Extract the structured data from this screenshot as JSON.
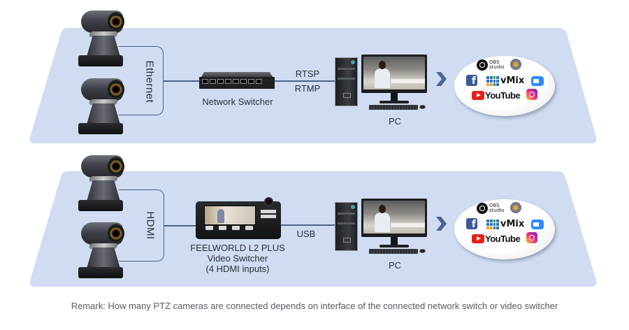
{
  "diagram": {
    "colors": {
      "band": "#cfdcf2",
      "connector": "#4b6388",
      "chevron": "#4a6593"
    },
    "rows": [
      {
        "id": "ethernet-row",
        "source": {
          "device": "PTZ camera",
          "count": 2
        },
        "link_label": "Ethernet",
        "hub": {
          "label": "Network Switcher"
        },
        "protocols": [
          "RTSP",
          "RTMP"
        ],
        "destination": {
          "label": "PC"
        },
        "platforms": [
          "OBS studio",
          "Wirecast",
          "Facebook",
          "vMix",
          "Zoom",
          "YouTube",
          "Instagram"
        ]
      },
      {
        "id": "hdmi-row",
        "source": {
          "device": "PTZ camera",
          "count": 2
        },
        "link_label": "HDMI",
        "hub": {
          "label_lines": [
            "FEELWORLD L2 PLUS",
            "Video Switcher",
            "(4 HDMI inputs)"
          ]
        },
        "protocols": [
          "USB"
        ],
        "destination": {
          "label": "PC"
        },
        "platforms": [
          "OBS studio",
          "Wirecast",
          "Facebook",
          "vMix",
          "Zoom",
          "YouTube",
          "Instagram"
        ]
      }
    ],
    "platform_text": {
      "obs_line1": "OBS",
      "obs_line2": "studio",
      "vmix": "vMix",
      "youtube": "YouTube"
    },
    "remark": "Remark: How many PTZ cameras are connected depends on interface of the connected network switch or video switcher"
  }
}
